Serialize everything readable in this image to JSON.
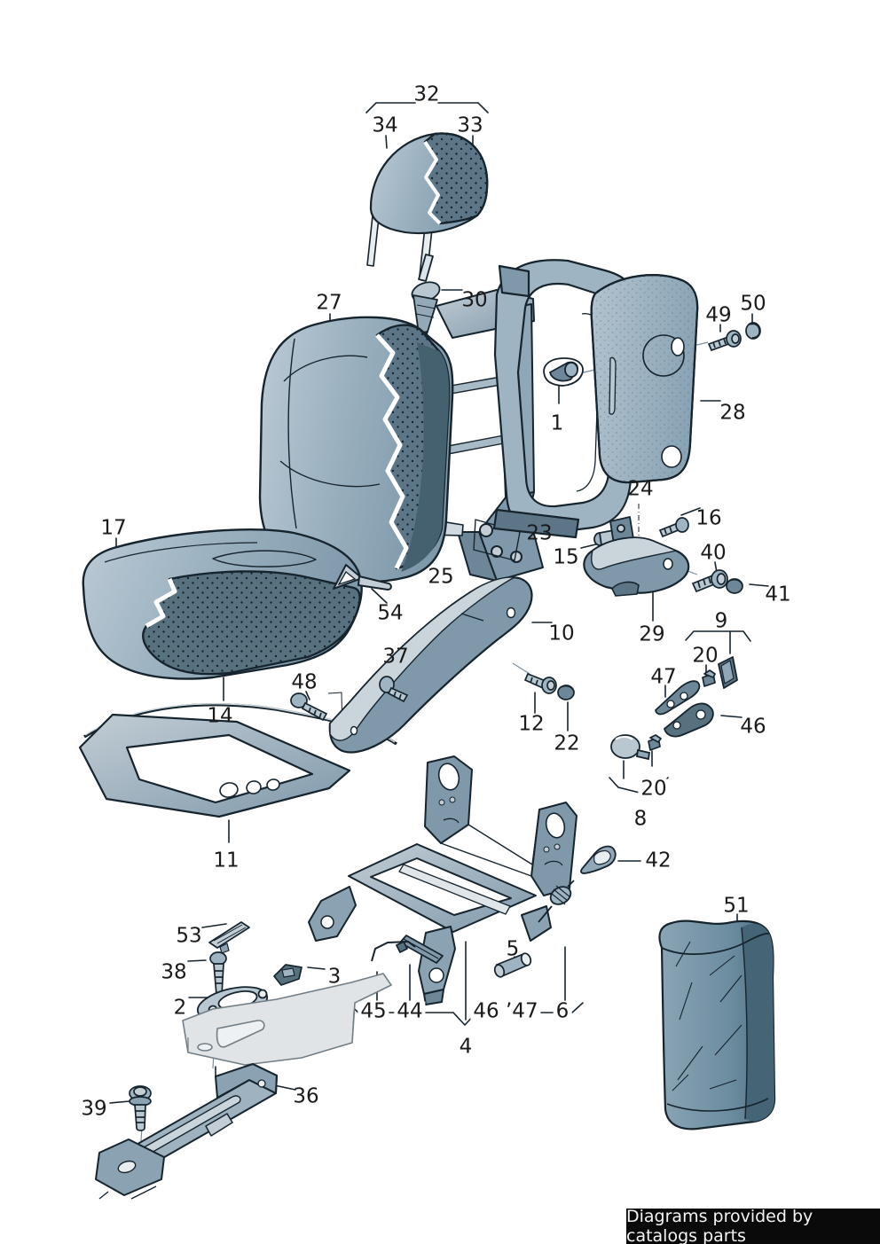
{
  "caption": {
    "text": "Diagrams provided by catalogs parts"
  },
  "colors": {
    "outline": "#16242e",
    "fabric_light": "#a9bdca",
    "fabric_mid": "#7f99ab",
    "fabric_dark": "#57717f",
    "metal_light": "#c2cdd5",
    "metal_mid": "#87a0b0",
    "platform_light": "#dfe3e6",
    "caption_bg": "#0a0a0a",
    "caption_text": "#f4f4f4"
  },
  "labels": {
    "l32": "32",
    "l34": "34",
    "l33": "33",
    "l27": "27",
    "l30": "30",
    "l49": "49",
    "l50": "50",
    "l28": "28",
    "l1": "1",
    "l24": "24",
    "l16": "16",
    "l15": "15",
    "l40": "40",
    "l23": "23",
    "l41": "41",
    "l17": "17",
    "l25": "25",
    "l54": "54",
    "l10": "10",
    "l29": "29",
    "l9": "9",
    "l20a": "20",
    "l37": "37",
    "l47": "47",
    "l48": "48",
    "l14": "14",
    "l12": "12",
    "l46a": "46",
    "l22": "22",
    "l20b": "20",
    "l8": "8",
    "l11": "11",
    "l42": "42",
    "l51": "51",
    "l53": "53",
    "l38": "38",
    "l3": "3",
    "l2": "2",
    "l45": "45",
    "l44": "44",
    "l46b47": "46 ’47",
    "l6": "6",
    "l4": "4",
    "l5": "5",
    "l36": "36",
    "l39": "39"
  }
}
